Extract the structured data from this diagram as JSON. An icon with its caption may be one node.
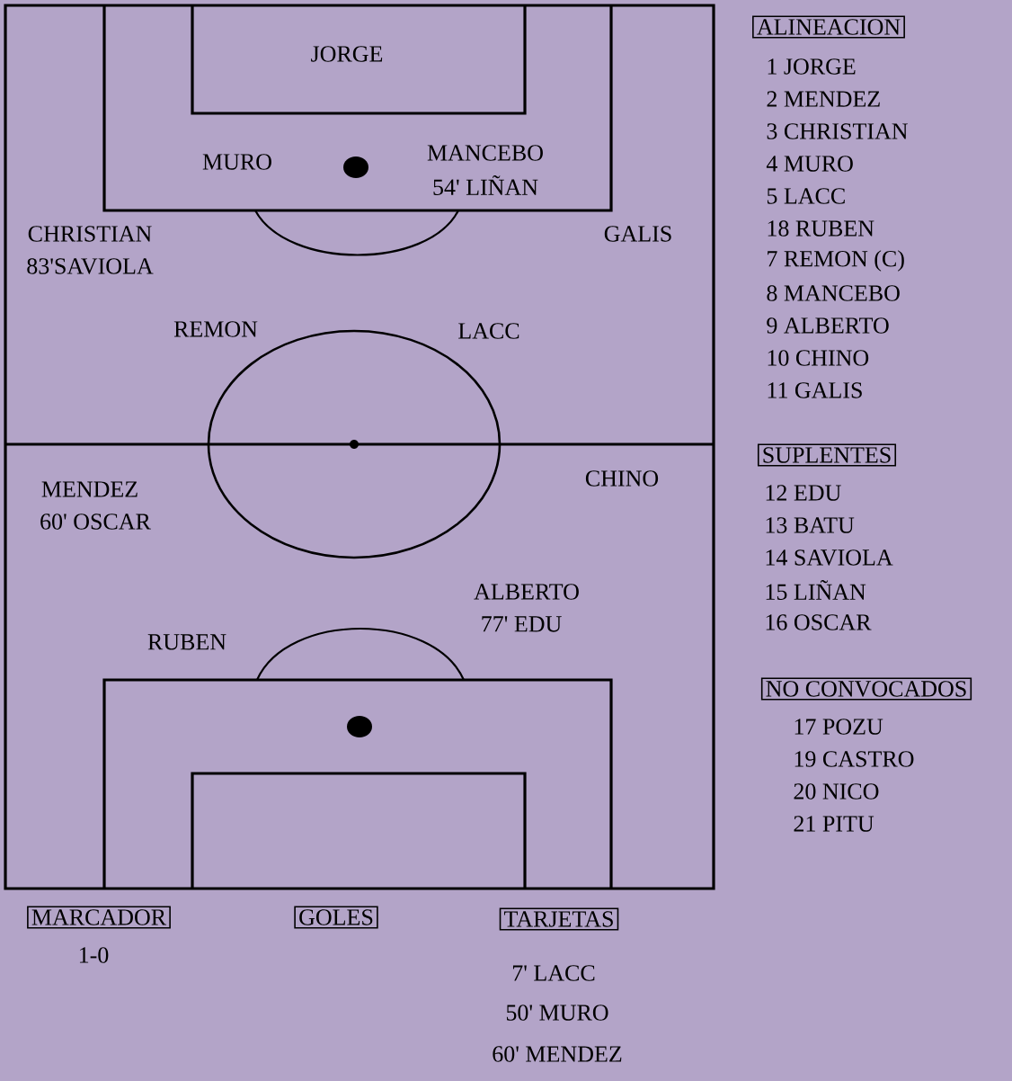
{
  "diagram": {
    "nodes": [
      {
        "text": [
          "ALINEACION"
        ]
      },
      {
        "text": [
          "SUPLENTES"
        ]
      },
      {
        "text": [
          "NO CONVOCADOS"
        ]
      },
      {
        "text": [
          "MARCADOR"
        ]
      },
      {
        "text": [
          "GOLES"
        ]
      },
      {
        "text": [
          "TARJETAS"
        ]
      }
    ],
    "labels": [
      "JORGE",
      "MURO",
      "MANCEBO",
      "54' LIÑAN",
      "CHRISTIAN",
      "83'SAVIOLA",
      "GALIS",
      "REMON",
      "LACC",
      "MENDEZ",
      "60' OSCAR",
      "CHINO",
      "ALBERTO",
      "77' EDU",
      "RUBEN",
      "1-0",
      "7' LACC",
      "50' MURO",
      "60' MENDEZ",
      "1 JORGE",
      "2 MENDEZ",
      "3 CHRISTIAN",
      "4 MURO",
      "5 LACC",
      "18 RUBEN",
      "7 REMON (C)",
      "8 MANCEBO",
      "9 ALBERTO",
      "10 CHINO",
      "11 GALIS",
      "12 EDU",
      "13 BATU",
      "14 SAVIOLA",
      "15 LIÑAN",
      "16 OSCAR",
      "17 POZU",
      "19 CASTRO",
      "20 NICO",
      "21 PITU"
    ]
  }
}
